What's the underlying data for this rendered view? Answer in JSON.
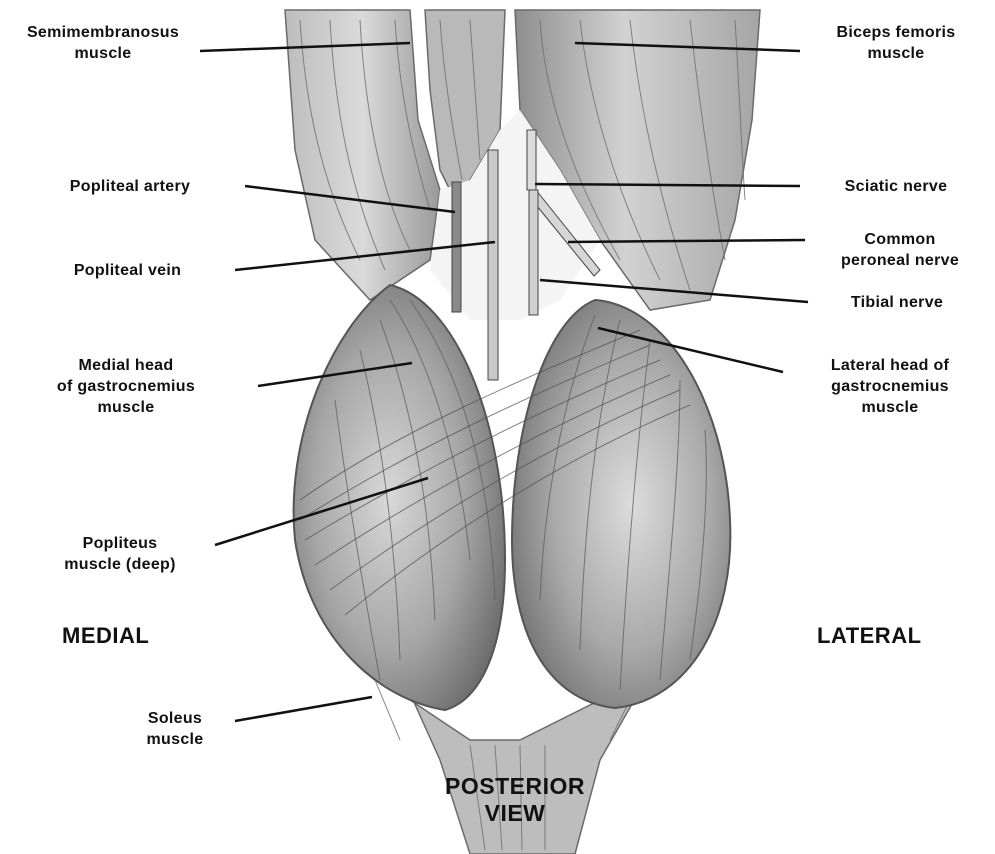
{
  "colors": {
    "muscle_light": "#d4d4d4",
    "muscle_mid": "#a8a8a8",
    "muscle_dark": "#7c7c7c",
    "fiber": "#5a5a5a",
    "leader_line": "#111111",
    "label_text": "#111111"
  },
  "labels": {
    "semimembranosus": {
      "line1": "Semimembranosus",
      "line2": "muscle"
    },
    "biceps_femoris": {
      "line1": "Biceps femoris",
      "line2": "muscle"
    },
    "popliteal_artery": {
      "line1": "Popliteal artery"
    },
    "sciatic_nerve": {
      "line1": "Sciatic nerve"
    },
    "popliteal_vein": {
      "line1": "Popliteal vein"
    },
    "common_peroneal": {
      "line1": "Common",
      "line2": "peroneal nerve"
    },
    "tibial_nerve": {
      "line1": "Tibial nerve"
    },
    "medial_head": {
      "line1": "Medial head",
      "line2": "of gastrocnemius",
      "line3": "muscle"
    },
    "lateral_head": {
      "line1": "Lateral head of",
      "line2": "gastrocnemius",
      "line3": "muscle"
    },
    "popliteus": {
      "line1": "Popliteus",
      "line2": "muscle (deep)"
    },
    "soleus": {
      "line1": "Soleus",
      "line2": "muscle"
    }
  },
  "orientation": {
    "medial": "MEDIAL",
    "lateral": "LATERAL"
  },
  "view_caption": {
    "line1": "POSTERIOR",
    "line2": "VIEW"
  }
}
